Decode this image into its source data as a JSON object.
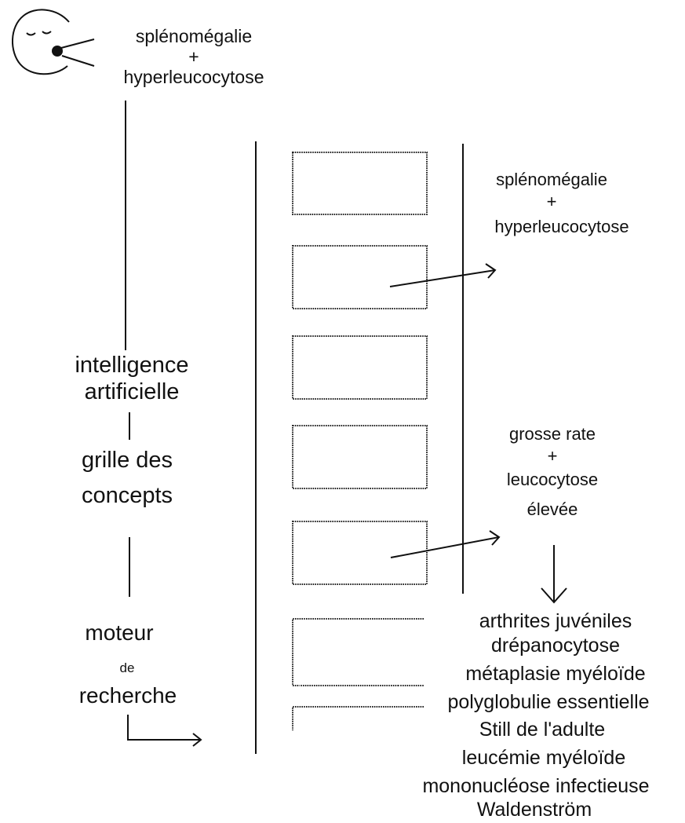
{
  "patient_statement": {
    "line1": "splénomégalie",
    "line2": "+",
    "line3": "hyperleucocytose"
  },
  "left_labels": {
    "ai_line1": "intelligence",
    "ai_line2": "artificielle",
    "grid_line1": "grille des",
    "grid_line2": "concepts",
    "engine_line1": "moteur",
    "engine_line2": "de",
    "engine_line3": "recherche"
  },
  "right_labels": {
    "concept_line1": "splénomégalie",
    "concept_line2": "+",
    "concept_line3": "hyperleucocytose",
    "synonym_line1": "grosse  rate",
    "synonym_line2": "+",
    "synonym_line3": "leucocytose",
    "synonym_line4": "élevée"
  },
  "diagnoses": [
    "arthrites juvéniles",
    "drépanocytose",
    "métaplasie myéloïde",
    "polyglobulie essentielle",
    "Still de l'adulte",
    "leucémie myéloïde",
    "mononucléose infectieuse",
    "Waldenström"
  ]
}
